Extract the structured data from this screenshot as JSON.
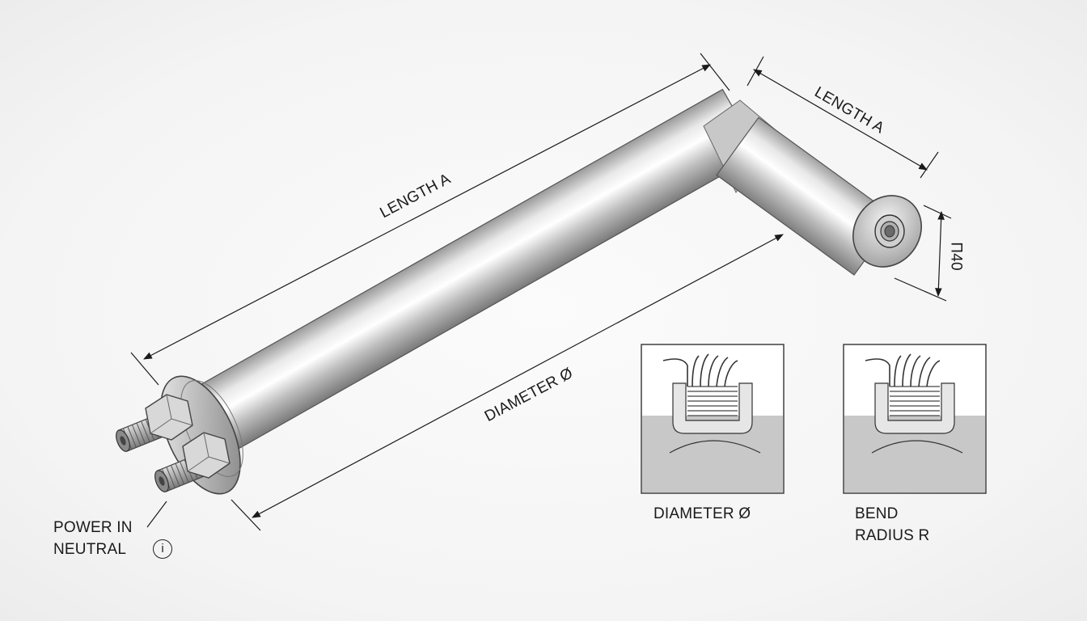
{
  "dimensions": {
    "length_top_left": "LENGTH A",
    "length_top_right": "LENGTH A",
    "diameter_main": "DIAMETER Ø",
    "end_dimension": "Π40"
  },
  "terminals": {
    "line1": "POWER IN",
    "line2": "NEUTRAL",
    "info_icon": "info-icon"
  },
  "details": [
    {
      "caption": "DIAMETER Ø"
    },
    {
      "caption_line1": "BEND",
      "caption_line2": "RADIUS R"
    }
  ],
  "colors": {
    "steel_dark": "#8a8a8a",
    "steel_light": "#f2f2f2",
    "line": "#1a1a1a",
    "detail_fill": "#c8c8c8"
  }
}
